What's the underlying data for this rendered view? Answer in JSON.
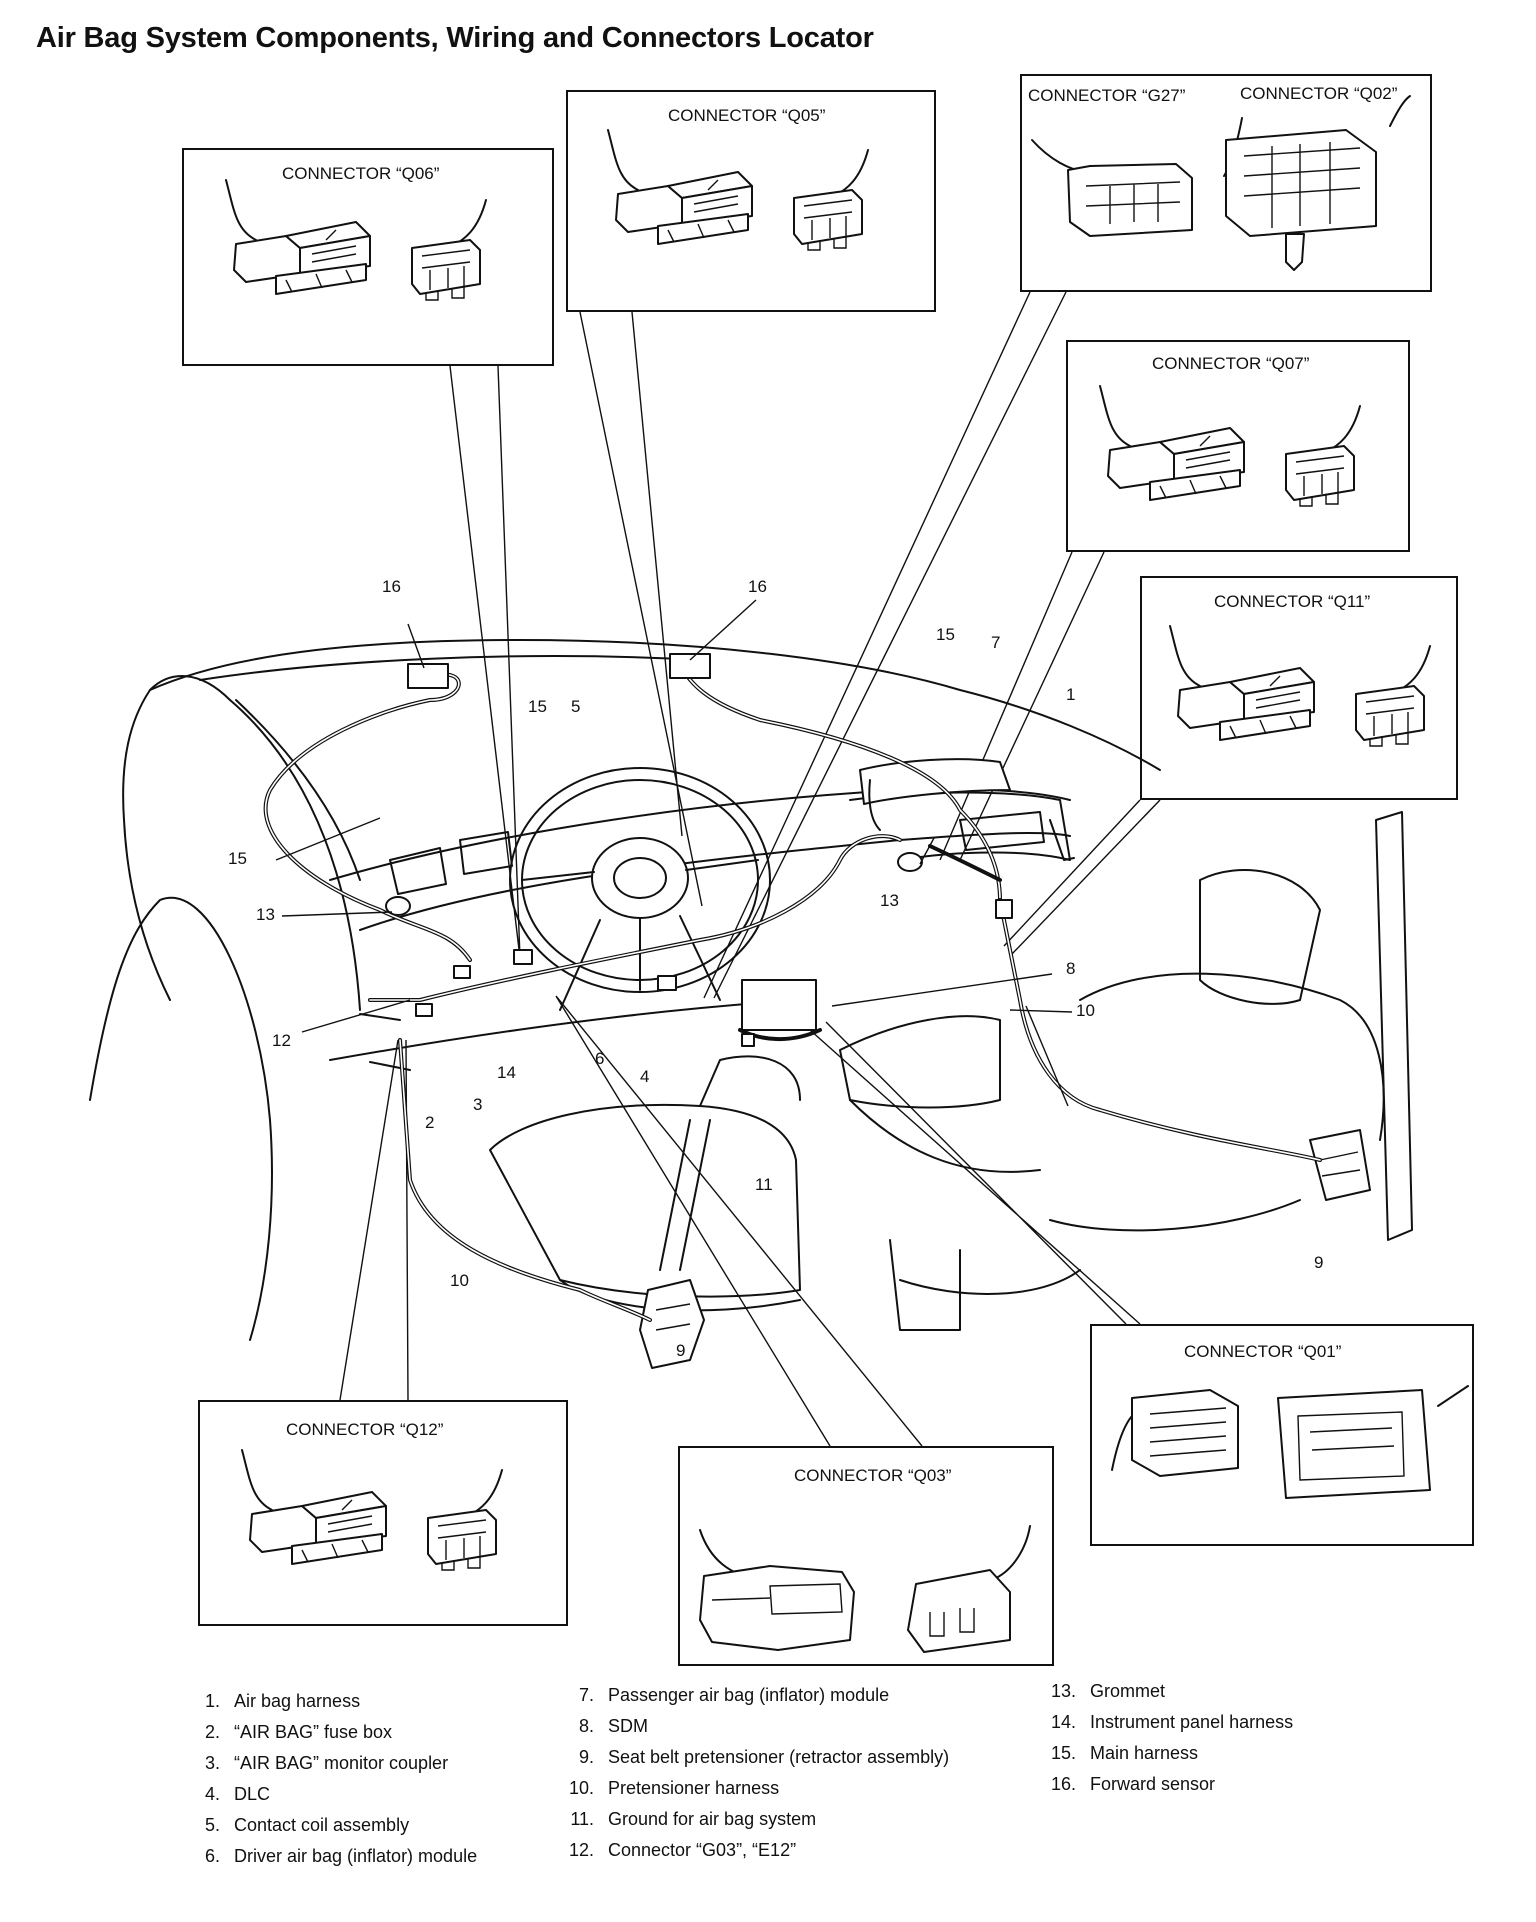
{
  "title": "Air Bag System Components, Wiring and Connectors Locator",
  "connectors": {
    "q06": "CONNECTOR “Q06”",
    "q05": "CONNECTOR “Q05”",
    "g27": "CONNECTOR “G27”",
    "q02": "CONNECTOR “Q02”",
    "q07": "CONNECTOR “Q07”",
    "q11": "CONNECTOR “Q11”",
    "q01": "CONNECTOR “Q01”",
    "q12": "CONNECTOR “Q12”",
    "q03": "CONNECTOR “Q03”"
  },
  "callouts": [
    "1",
    "2",
    "3",
    "4",
    "5",
    "6",
    "7",
    "8",
    "9",
    "10",
    "11",
    "12",
    "13",
    "14",
    "15",
    "16"
  ],
  "legend": {
    "col1": [
      {
        "num": "1.",
        "text": "Air bag harness"
      },
      {
        "num": "2.",
        "text": "“AIR BAG” fuse box"
      },
      {
        "num": "3.",
        "text": "“AIR BAG” monitor coupler"
      },
      {
        "num": "4.",
        "text": "DLC"
      },
      {
        "num": "5.",
        "text": "Contact coil assembly"
      },
      {
        "num": "6.",
        "text": "Driver air bag (inflator) module"
      }
    ],
    "col2": [
      {
        "num": "7.",
        "text": "Passenger air bag (inflator) module"
      },
      {
        "num": "8.",
        "text": "SDM"
      },
      {
        "num": "9.",
        "text": "Seat belt pretensioner (retractor assembly)"
      },
      {
        "num": "10.",
        "text": "Pretensioner harness"
      },
      {
        "num": "11.",
        "text": "Ground for air bag system"
      },
      {
        "num": "12.",
        "text": "Connector “G03”, “E12”"
      }
    ],
    "col3": [
      {
        "num": "13.",
        "text": "Grommet"
      },
      {
        "num": "14.",
        "text": "Instrument panel harness"
      },
      {
        "num": "15.",
        "text": "Main harness"
      },
      {
        "num": "16.",
        "text": "Forward sensor"
      }
    ]
  }
}
